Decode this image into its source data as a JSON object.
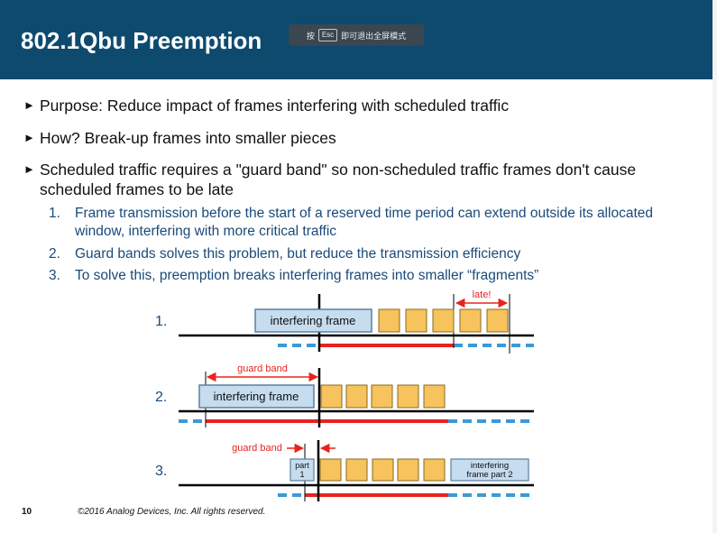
{
  "slide": {
    "title": "802.1Qbu Preemption",
    "esc_hint": {
      "prefix": "按",
      "key": "Esc",
      "suffix": "即可退出全屏模式"
    },
    "bullets": [
      "Purpose:  Reduce impact of frames interfering with scheduled traffic",
      "How?  Break-up frames into smaller pieces",
      "Scheduled traffic requires a \"guard band\" so non-scheduled traffic frames don't cause scheduled frames to be late"
    ],
    "numbered": [
      {
        "n": "1.",
        "text": "Frame transmission before the start of a reserved time period can extend outside its allocated window, interfering with more critical traffic"
      },
      {
        "n": "2.",
        "text": "Guard bands solves this problem, but reduce the transmission efficiency"
      },
      {
        "n": "3.",
        "text": "To solve this, preemption breaks interfering frames into smaller “fragments”"
      }
    ],
    "page_number": "10",
    "copyright": "©2016 Analog Devices, Inc. All rights reserved."
  },
  "diagram": {
    "row1": {
      "label": "1.",
      "frame": "interfering frame",
      "late": "late!"
    },
    "row2": {
      "label": "2.",
      "frame": "interfering frame",
      "guard_band": "guard band"
    },
    "row3": {
      "label": "3.",
      "part1": [
        "part",
        "1"
      ],
      "part2": [
        "interfering",
        "frame part 2"
      ],
      "guard_band": "guard band"
    },
    "colors": {
      "frame_fill": "#c6dcef",
      "frame_stroke": "#5a7fa0",
      "slot_fill": "#f6c35c",
      "slot_stroke": "#8a6a20",
      "reserved": "#e8231e",
      "idle": "#3a9ad9",
      "marker": "#000000"
    }
  }
}
